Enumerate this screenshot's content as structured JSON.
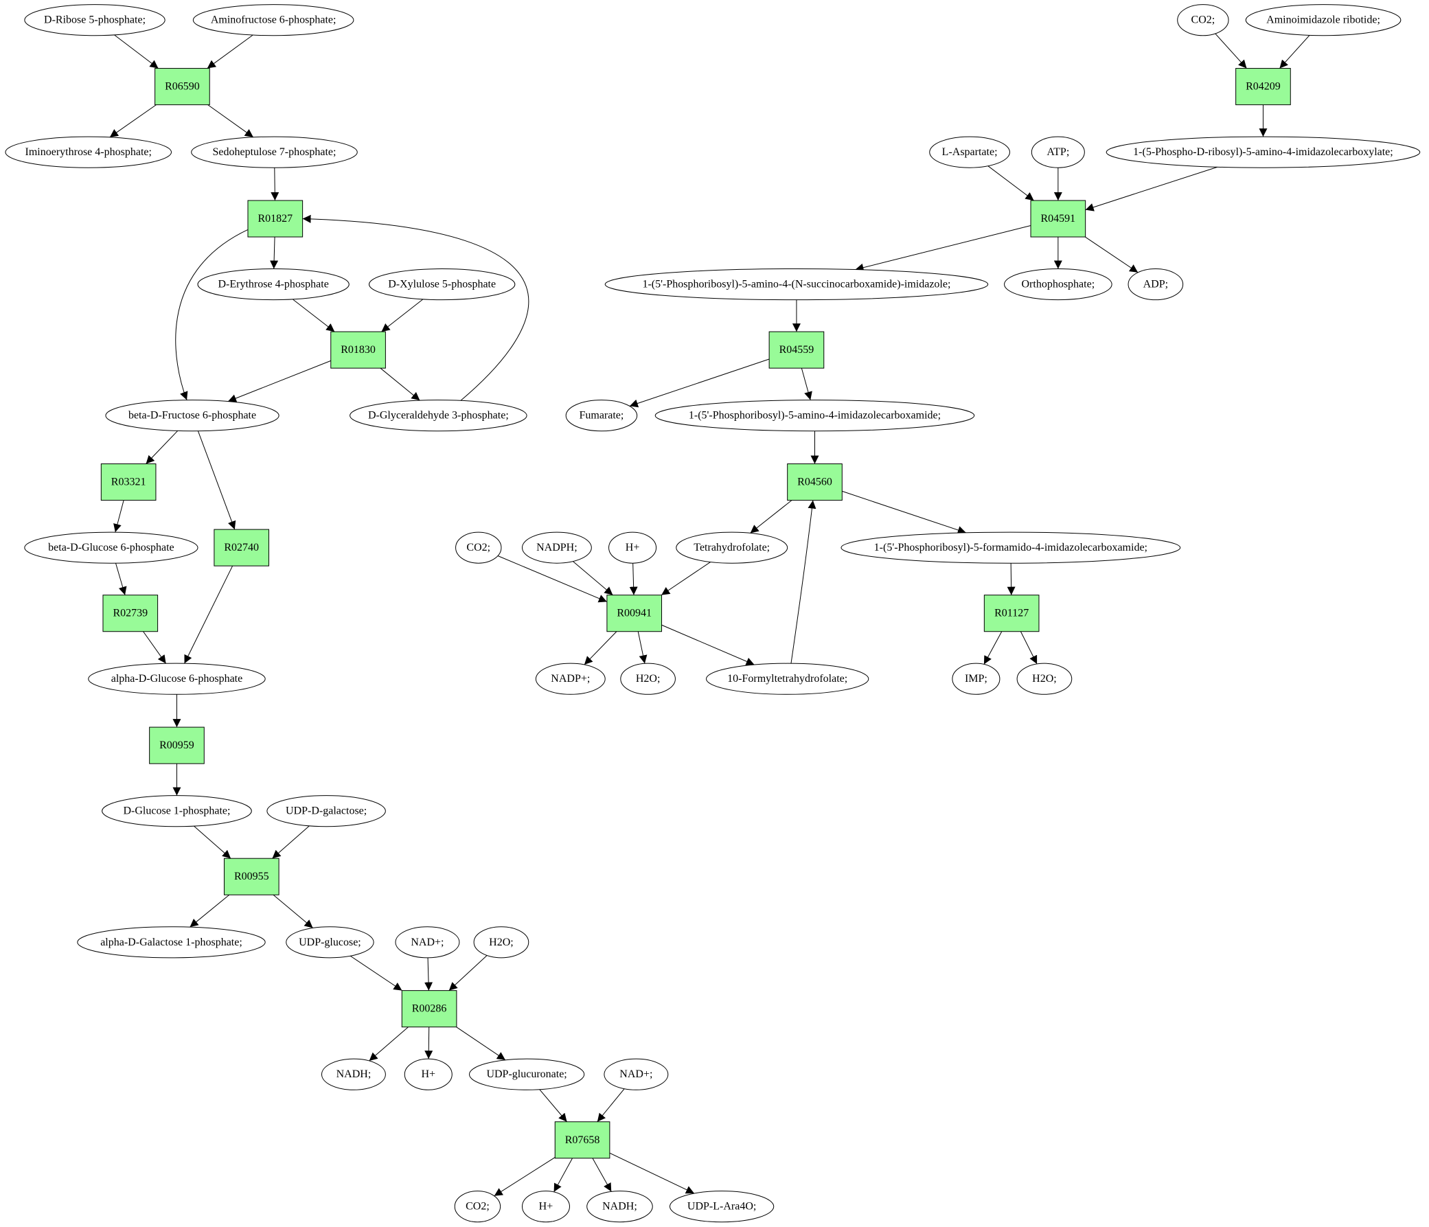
{
  "colors": {
    "reaction_fill": "#98fb98",
    "metabolite_fill": "#ffffff",
    "start_fill": "#00ee00",
    "target_fill": "#ffff00",
    "stroke": "#000000"
  },
  "reactions": {
    "R06590": "R06590",
    "R01827": "R01827",
    "R01830": "R01830",
    "R03321": "R03321",
    "R02740": "R02740",
    "R02739": "R02739",
    "R00959": "R00959",
    "R00955": "R00955",
    "R00286": "R00286",
    "R07658": "R07658",
    "R04209": "R04209",
    "R04591": "R04591",
    "R04559": "R04559",
    "R04560": "R04560",
    "R00941": "R00941",
    "R01127": "R01127"
  },
  "metabolites": {
    "ribose5p": "D-Ribose 5-phosphate;",
    "aminofructose6p": "Aminofructose 6-phosphate;",
    "iminoerythrose4p": "Iminoerythrose 4-phosphate;",
    "sedoheptulose7p": "Sedoheptulose 7-phosphate;",
    "erythrose4p": "D-Erythrose 4-phosphate",
    "xylulose5p": "D-Xylulose 5-phosphate",
    "fructose6p": "beta-D-Fructose 6-phosphate",
    "glyceraldehyde3p": "D-Glyceraldehyde 3-phosphate;",
    "bglucose6p": "beta-D-Glucose 6-phosphate",
    "aglucose6p": "alpha-D-Glucose 6-phosphate",
    "glucose1p": "D-Glucose 1-phosphate;",
    "udpgalactose": "UDP-D-galactose;",
    "galactose1p": "alpha-D-Galactose 1-phosphate;",
    "udpglucose": "UDP-glucose;",
    "nad_1": "NAD+;",
    "h2o_1": "H2O;",
    "nadh_1": "NADH;",
    "h_1": "H+",
    "udpglucuronate": "UDP-glucuronate;",
    "nad_2": "NAD+;",
    "co2_1": "CO2;",
    "h_2": "H+",
    "nadh_2": "NADH;",
    "udplara4o": "UDP-L-Ara4O;",
    "co2_2": "CO2;",
    "air": "Aminoimidazole ribotide;",
    "aspartate": "L-Aspartate;",
    "atp": "ATP;",
    "carboxylate": "1-(5-Phospho-D-ribosyl)-5-amino-4-imidazolecarboxylate;",
    "saicar": "1-(5'-Phosphoribosyl)-5-amino-4-(N-succinocarboxamide)-imidazole;",
    "orthophosphate": "Orthophosphate;",
    "adp": "ADP;",
    "fumarate": "Fumarate;",
    "aicar": "1-(5'-Phosphoribosyl)-5-amino-4-imidazolecarboxamide;",
    "co2_3": "CO2;",
    "nadph": "NADPH;",
    "h_3": "H+",
    "thf": "Tetrahydrofolate;",
    "faicar": "1-(5'-Phosphoribosyl)-5-formamido-4-imidazolecarboxamide;",
    "nadp": "NADP+;",
    "h2o_2": "H2O;",
    "formylthf": "10-Formyltetrahydrofolate;",
    "imp": "IMP;",
    "h2o_3": "H2O;"
  }
}
